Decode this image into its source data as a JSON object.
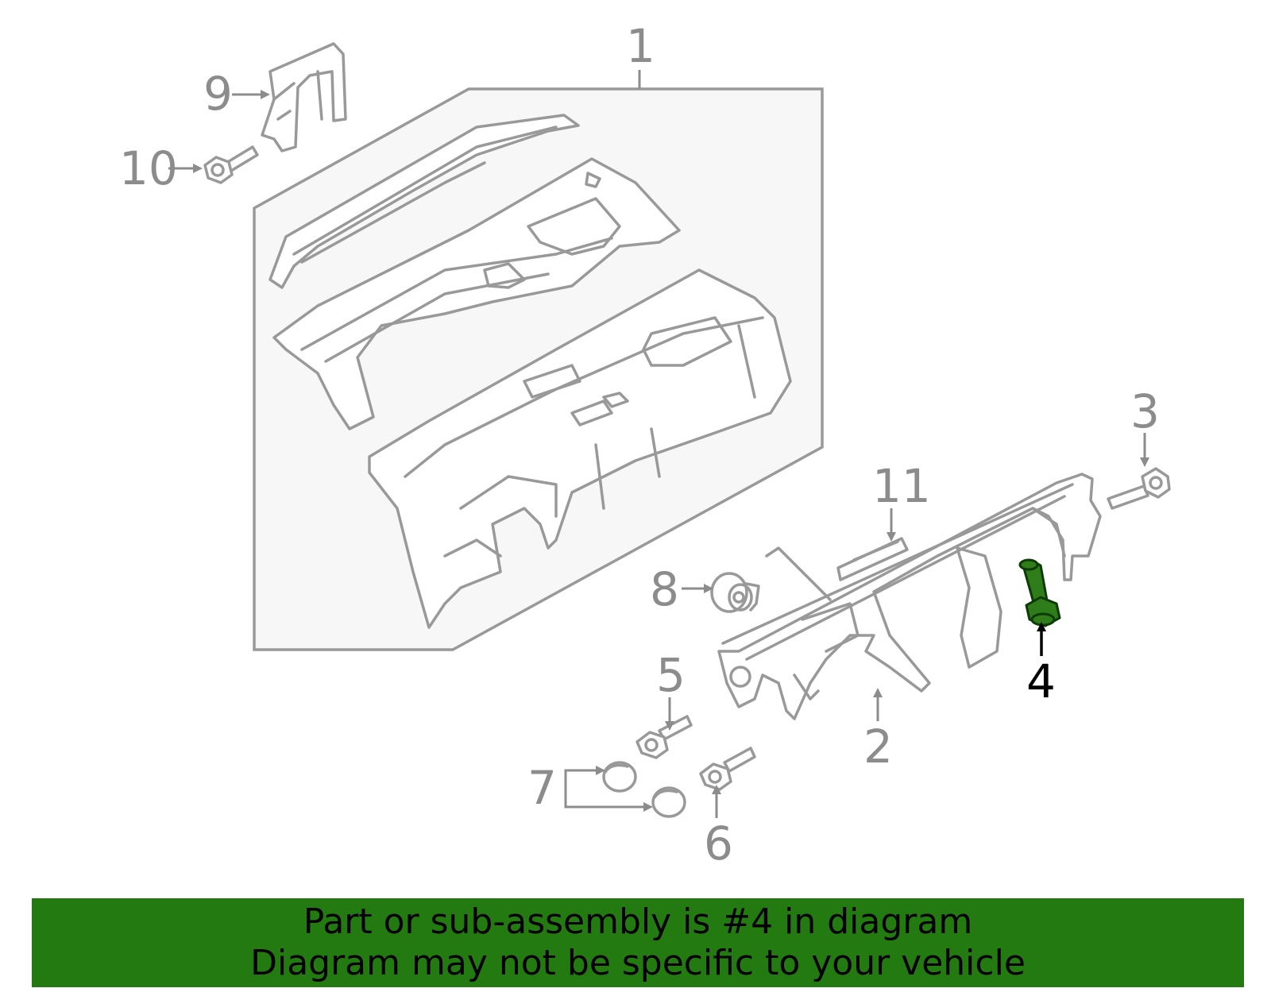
{
  "callouts": [
    {
      "id": "1",
      "label": "1",
      "highlighted": false
    },
    {
      "id": "2",
      "label": "2",
      "highlighted": false
    },
    {
      "id": "3",
      "label": "3",
      "highlighted": false
    },
    {
      "id": "4",
      "label": "4",
      "highlighted": true
    },
    {
      "id": "5",
      "label": "5",
      "highlighted": false
    },
    {
      "id": "6",
      "label": "6",
      "highlighted": false
    },
    {
      "id": "7",
      "label": "7",
      "highlighted": false
    },
    {
      "id": "8",
      "label": "8",
      "highlighted": false
    },
    {
      "id": "9",
      "label": "9",
      "highlighted": false
    },
    {
      "id": "10",
      "label": "10",
      "highlighted": false
    },
    {
      "id": "11",
      "label": "11",
      "highlighted": false
    }
  ],
  "colors": {
    "line_art": "#999999",
    "callout_text": "#8c8c8c",
    "highlight_part": "#2f7d1a",
    "banner_background": "#237a11",
    "banner_text": "#000000"
  },
  "banner": {
    "line1": "Part or sub-assembly is #4 in diagram",
    "line2": "Diagram may not be specific to your vehicle"
  }
}
